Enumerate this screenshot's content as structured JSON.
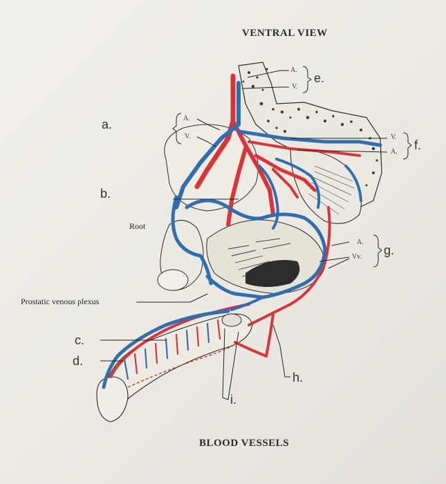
{
  "title": "VENTRAL VIEW",
  "caption": "BLOOD VESSELS",
  "labels": {
    "a": "a.",
    "b": "b.",
    "c": "c.",
    "d": "d.",
    "e": "e.",
    "f": "f.",
    "g": "g.",
    "h": "h.",
    "i": "i."
  },
  "structures": {
    "root": "Root",
    "prostatic_venous_plexus": "Prostatic venous plexus"
  },
  "sublabels": {
    "e_artery": "A.",
    "e_vein": "V.",
    "a_artery": "A.",
    "a_vein": "V.",
    "f_vein": "V.",
    "f_artery": "A.",
    "g_artery": "A.",
    "g_veins": "Vv."
  },
  "colors": {
    "artery": "#d9343a",
    "vein": "#2f6fb0",
    "ink": "#222222",
    "paper": "#efede6"
  }
}
